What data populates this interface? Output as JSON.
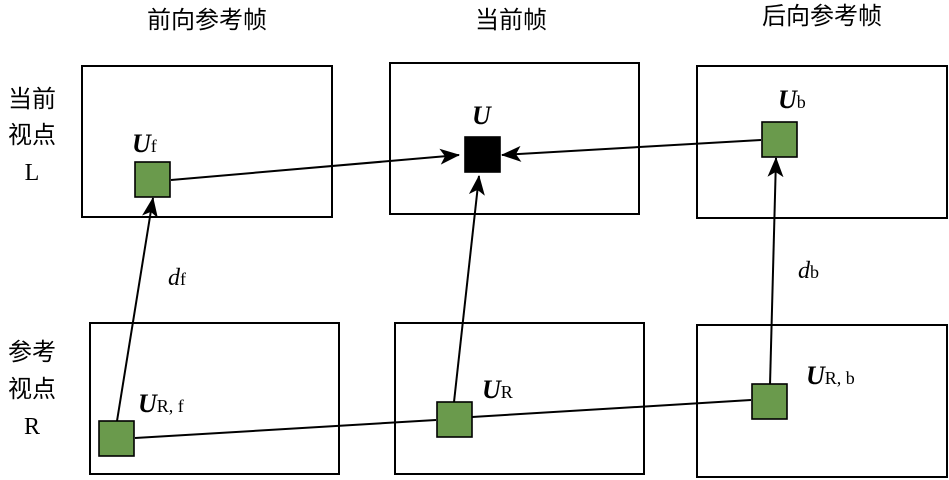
{
  "columns": {
    "forward": "前向参考帧",
    "current": "当前帧",
    "backward": "后向参考帧"
  },
  "rows": {
    "current_view": {
      "line1": "当前",
      "line2": "视点",
      "line3": "L"
    },
    "reference_view": {
      "line1": "参考",
      "line2": "视点",
      "line3": "R"
    }
  },
  "blocks": {
    "u": {
      "main": "U",
      "sub": ""
    },
    "u_f": {
      "main": "U",
      "sub": "f"
    },
    "u_b": {
      "main": "U",
      "sub": "b"
    },
    "u_r": {
      "main": "U",
      "sub": "R"
    },
    "u_rf": {
      "main": "U",
      "sub": "R, f"
    },
    "u_rb": {
      "main": "U",
      "sub": "R, b"
    }
  },
  "disparities": {
    "d_f": {
      "main": "d",
      "sub": "f"
    },
    "d_b": {
      "main": "d",
      "sub": "b"
    }
  },
  "colors": {
    "block_fill": "#6a9a4c",
    "current_block_fill": "#000000",
    "line": "#000000"
  }
}
